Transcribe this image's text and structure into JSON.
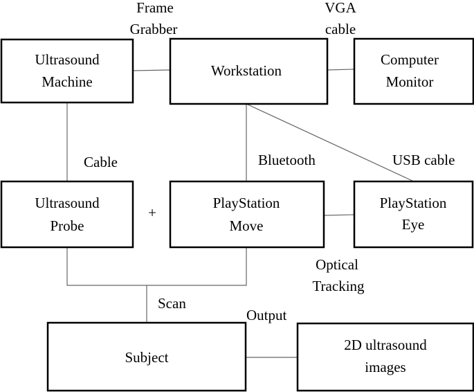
{
  "boxes": {
    "ultrasound_machine": [
      "Ultrasound",
      "Machine"
    ],
    "workstation": [
      "Workstation"
    ],
    "computer_monitor": [
      "Computer",
      "Monitor"
    ],
    "ultrasound_probe": [
      "Ultrasound",
      "Probe"
    ],
    "playstation_move": [
      "PlayStation",
      "Move"
    ],
    "playstation_eye": [
      "PlayStation",
      "Eye"
    ],
    "subject": [
      "Subject"
    ],
    "ultrasound_images": [
      "2D ultrasound",
      "images"
    ]
  },
  "labels": {
    "frame_grabber": [
      "Frame",
      "Grabber"
    ],
    "vga_cable": [
      "VGA",
      "cable"
    ],
    "cable": "Cable",
    "bluetooth": "Bluetooth",
    "usb_cable": "USB cable",
    "plus": "+",
    "optical_tracking": [
      "Optical",
      "Tracking"
    ],
    "scan": "Scan",
    "output": "Output"
  }
}
